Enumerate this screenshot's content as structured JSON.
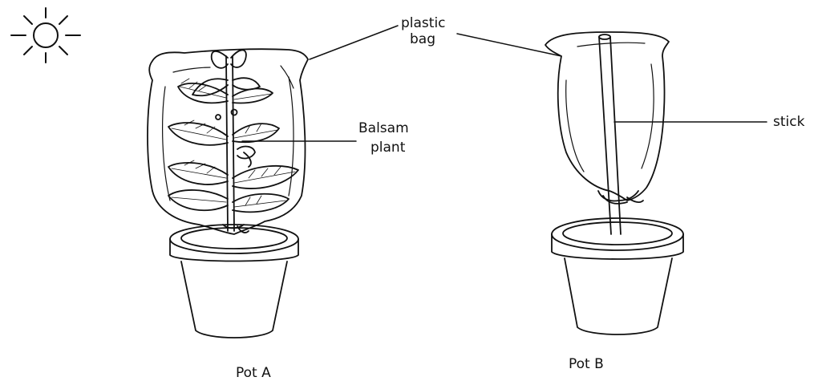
{
  "labels": {
    "plastic_bag_line1": "plastic",
    "plastic_bag_line2": "bag",
    "balsam_line1": "Balsam",
    "balsam_line2": "plant",
    "stick": "stick",
    "pot_a": "Pot A",
    "pot_b": "Pot B"
  },
  "icons": {
    "sun": "sun-icon"
  },
  "colors": {
    "ink": "#111111",
    "background": "#ffffff"
  }
}
